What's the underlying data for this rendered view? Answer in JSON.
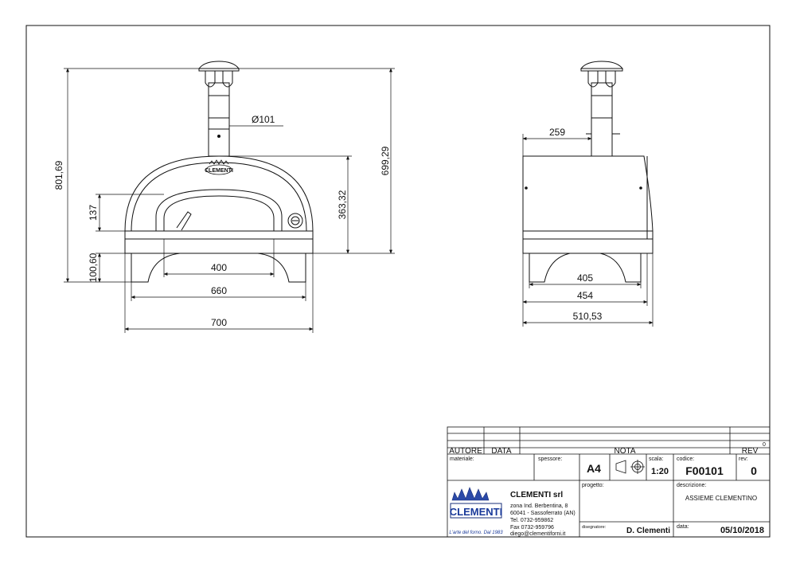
{
  "front_view": {
    "dims": {
      "total_height": "801,69",
      "height_to_cap": "699,29",
      "chimney_diameter": "Ø101",
      "dome_height": "363,32",
      "mouth_height": "137",
      "base_height": "100,60",
      "inner_width": "400",
      "outer_width_660": "660",
      "overall_width": "700"
    },
    "logo_text": "CLEMENTI"
  },
  "side_view": {
    "dims": {
      "chimney_offset": "259",
      "leg_span": "405",
      "base_depth": "454",
      "overall_depth": "510,53"
    }
  },
  "title_block": {
    "rev_header_value": "0",
    "headers": {
      "autore": "AUTORE",
      "data": "DATA",
      "nota": "NOTA",
      "rev": "REV"
    },
    "labels": {
      "materiale": "materiale:",
      "spessore": "spessore:",
      "scala": "scala:",
      "codice": "codice:",
      "rev": "rev:",
      "progetto": "progetto:",
      "descrizione": "descrizione:",
      "disegnatore": "disegnatore:",
      "data": "data:"
    },
    "values": {
      "format": "A4",
      "scale": "1:20",
      "code": "F00101",
      "revision": "0",
      "description": "ASSIEME CLEMENTINO",
      "designer": "D. Clementi",
      "date": "05/10/2018"
    },
    "company": {
      "name": "CLEMENTI srl",
      "address_1": "zona Ind. Berbentina, 8",
      "address_2": "60041 - Sassoferrato (AN)",
      "tel": "Tel. 0732-959862",
      "fax": "Fax 0732-959796",
      "email": "diego@clementiforni.it",
      "logo_text": "CLEMENTI",
      "logo_tagline": "L'arte del forno. Dal 1983"
    }
  }
}
